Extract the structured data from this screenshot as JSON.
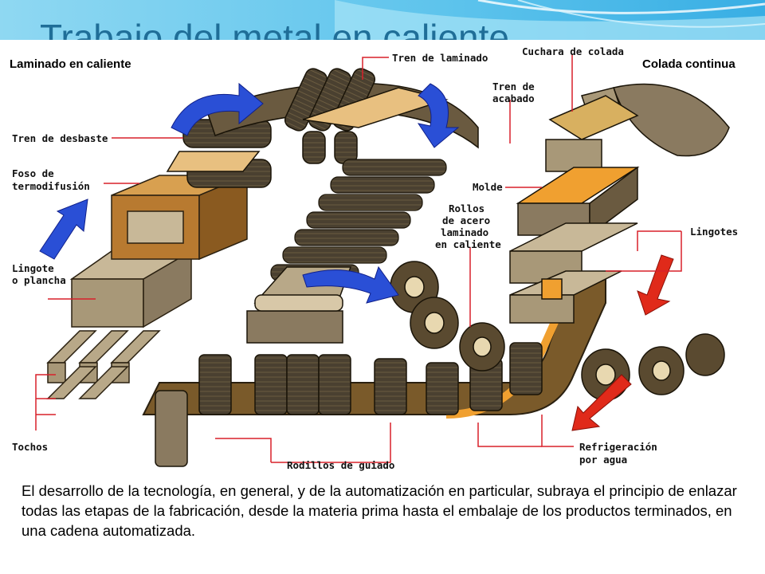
{
  "slide": {
    "title": "Trabajo del metal en caliente",
    "caption": "El desarrollo de la tecnología, en general, y de la automatización en particular, subraya el principio de enlazar todas las etapas de la fabricación, desde la materia prima hasta el embalaje de los productos terminados, en una cadena automatizada."
  },
  "diagram": {
    "section_left": "Laminado en caliente",
    "section_right": "Colada continua",
    "labels": {
      "tren_laminado": "Tren de laminado",
      "cuchara": "Cuchara de colada",
      "tren_acabado": [
        "Tren de",
        "acabado"
      ],
      "tren_desbaste": "Tren de desbaste",
      "foso": [
        "Foso de",
        "termodifusión"
      ],
      "molde": "Molde",
      "rollos": [
        "Rollos",
        "de acero",
        "laminado",
        "en caliente"
      ],
      "lingotes": "Lingotes",
      "lingote_plancha": [
        "Lingote",
        "o plancha"
      ],
      "tochos": "Tochos",
      "rodillos": "Rodillos de guiado",
      "refrigeracion": [
        "Refrigeración",
        "por agua"
      ]
    }
  },
  "colors": {
    "title": "#1f6e98",
    "arrow_blue": "#2a4fd6",
    "arrow_red": "#e02a1a",
    "metal_hot": "#f0a030",
    "roller_dark": "#3a3220",
    "label_line": "#d8202a"
  }
}
